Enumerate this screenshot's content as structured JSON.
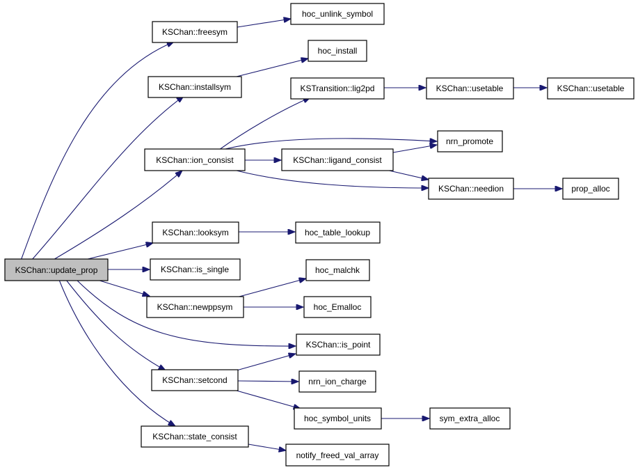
{
  "graph": {
    "colors": {
      "edge": "#191970",
      "node_border": "#000000",
      "root_fill": "#bfbfbf",
      "node_fill": "#ffffff"
    },
    "nodes": {
      "update_prop": "KSChan::update_prop",
      "freesym": "KSChan::freesym",
      "hoc_unlink_symbol": "hoc_unlink_symbol",
      "installsym": "KSChan::installsym",
      "hoc_install": "hoc_install",
      "lig2pd": "KSTransition::lig2pd",
      "usetable1": "KSChan::usetable",
      "usetable2": "KSChan::usetable",
      "ion_consist": "KSChan::ion_consist",
      "nrn_promote": "nrn_promote",
      "ligand_consist": "KSChan::ligand_consist",
      "needion": "KSChan::needion",
      "prop_alloc": "prop_alloc",
      "looksym": "KSChan::looksym",
      "hoc_table_lookup": "hoc_table_lookup",
      "is_single": "KSChan::is_single",
      "hoc_malchk": "hoc_malchk",
      "newppsym": "KSChan::newppsym",
      "hoc_Emalloc": "hoc_Emalloc",
      "is_point": "KSChan::is_point",
      "setcond": "KSChan::setcond",
      "nrn_ion_charge": "nrn_ion_charge",
      "hoc_symbol_units": "hoc_symbol_units",
      "sym_extra_alloc": "sym_extra_alloc",
      "state_consist": "KSChan::state_consist",
      "notify_freed_val_array": "notify_freed_val_array"
    }
  }
}
